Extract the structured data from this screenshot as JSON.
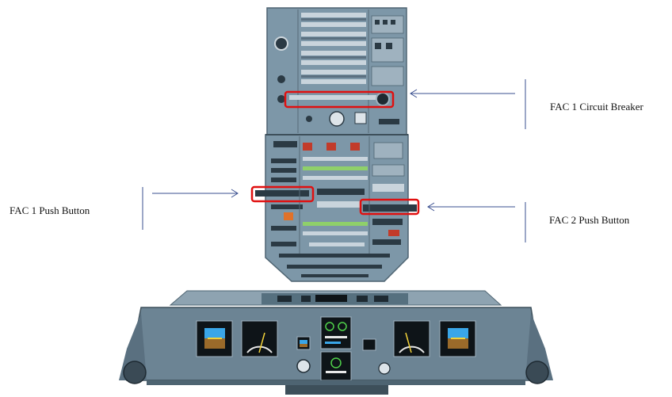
{
  "labels": {
    "fac1_circuit_breaker": "FAC 1 Circuit Breaker",
    "fac1_push_button": "FAC 1 Push Button",
    "fac2_push_button": "FAC 2 Push Button"
  },
  "colors": {
    "panel": "#7d97a8",
    "panel_dark": "#4e6472",
    "highlight_box": "#e01010",
    "arrow": "#3a4f8f",
    "display_blue": "#3aa6e8",
    "display_brown": "#9a6a2a"
  }
}
